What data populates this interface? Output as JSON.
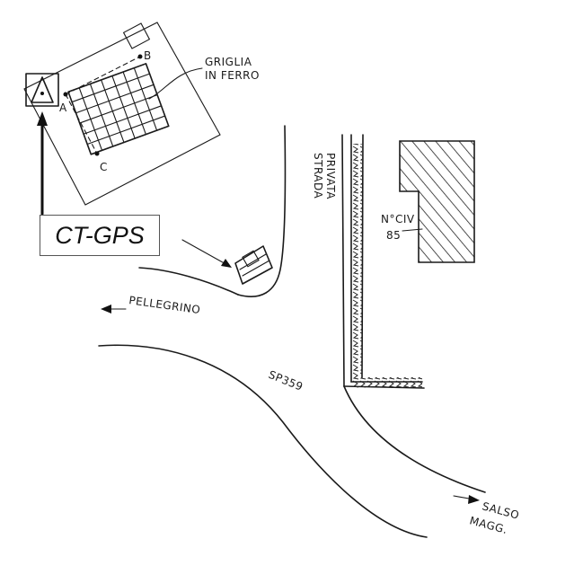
{
  "labels": {
    "grid_label_line1": "GRIGLIA",
    "grid_label_line2": "IN FERRO",
    "point_a": "A",
    "point_b": "B",
    "point_c": "C",
    "ct_gps": "CT-GPS",
    "private_road_line1": "STRADA",
    "private_road_line2": "PRIVATA",
    "civic_line1": "N°CIV",
    "civic_line2": "85",
    "pellegrino": "PELLEGRINO",
    "road_code": "SP359",
    "salso_line1": "SALSO",
    "salso_line2": "MAGG."
  },
  "icons": {
    "benchmark": "triangle-with-dot-icon",
    "pointer_arrows": "arrow-icon"
  }
}
